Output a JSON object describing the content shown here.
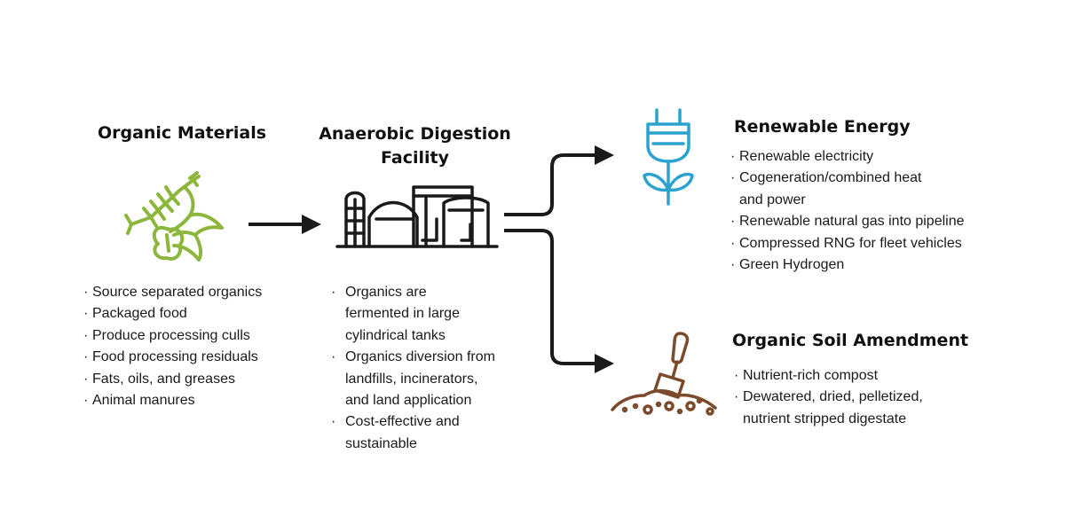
{
  "colors": {
    "organic_green": "#8db73c",
    "energy_blue": "#2aa3cf",
    "soil_brown": "#7a4a2a",
    "arrow": "#1a1a1a"
  },
  "icons": {
    "organic": "food-scraps-icon",
    "facility": "digestion-facility-icon",
    "energy": "plug-plant-icon",
    "soil": "shovel-soil-icon"
  },
  "organic_materials": {
    "title": "Organic Materials",
    "items": [
      "Source separated organics",
      "Packaged food",
      "Produce processing culls",
      "Food processing residuals",
      "Fats, oils, and greases",
      "Animal manures"
    ]
  },
  "digestion_facility": {
    "title_line1": "Anaerobic Digestion",
    "title_line2": "Facility",
    "items": [
      [
        "Organics are",
        "fermented in large",
        "cylindrical tanks"
      ],
      [
        "Organics diversion from",
        "landfills, incinerators,",
        "and land application"
      ],
      [
        "Cost-effective and",
        "sustainable"
      ]
    ]
  },
  "renewable_energy": {
    "title": "Renewable Energy",
    "items": [
      [
        "Renewable electricity"
      ],
      [
        "Cogeneration/combined heat",
        "and power"
      ],
      [
        "Renewable natural gas into pipeline"
      ],
      [
        "Compressed RNG for fleet vehicles"
      ],
      [
        "Green Hydrogen"
      ]
    ]
  },
  "soil_amendment": {
    "title": "Organic Soil Amendment",
    "items": [
      [
        "Nutrient-rich compost"
      ],
      [
        "Dewatered, dried, pelletized,",
        "nutrient stripped digestate"
      ]
    ]
  }
}
